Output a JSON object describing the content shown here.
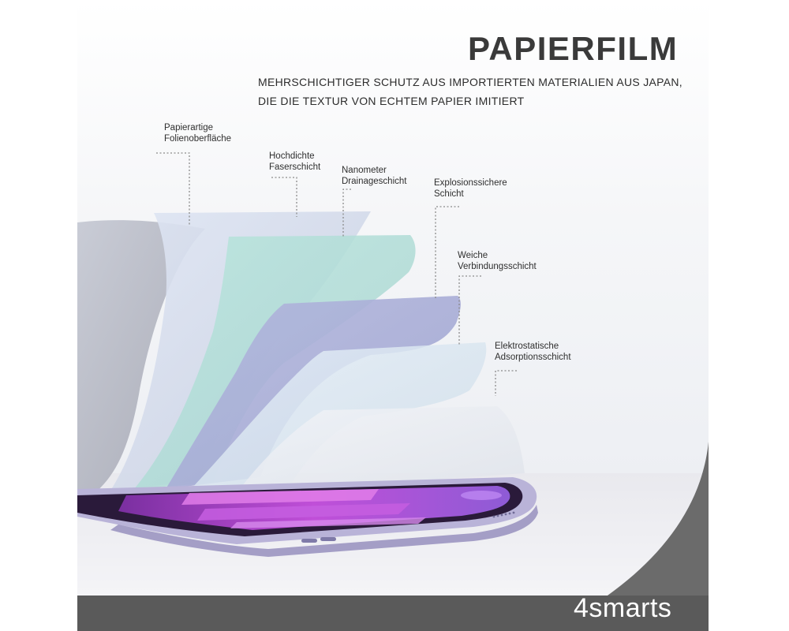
{
  "header": {
    "title": "PAPIERFILM",
    "subtitle_line1": "MEHRSCHICHTIGER SCHUTZ AUS IMPORTIERTEN MATERIALIEN AUS JAPAN,",
    "subtitle_line2": "DIE DIE TEXTUR VON ECHTEM PAPIER IMITIERT"
  },
  "layers": [
    {
      "line1": "Papierartige",
      "line2": "Folienoberfläche"
    },
    {
      "line1": "Hochdichte",
      "line2": "Faserschicht"
    },
    {
      "line1": "Nanometer",
      "line2": "Drainageschicht"
    },
    {
      "line1": "Explosionssichere",
      "line2": "Schicht"
    },
    {
      "line1": "Weiche",
      "line2": "Verbindungsschicht"
    },
    {
      "line1": "Elektrostatische",
      "line2": "Adsorptionsschicht"
    }
  ],
  "brand": {
    "logo": "4smarts"
  },
  "colors": {
    "footer_band": "#5a5a5a",
    "title_text": "#3a3a3a",
    "tablet_frame": "#b9b3d8",
    "screen_accent": "#c04fd8"
  }
}
